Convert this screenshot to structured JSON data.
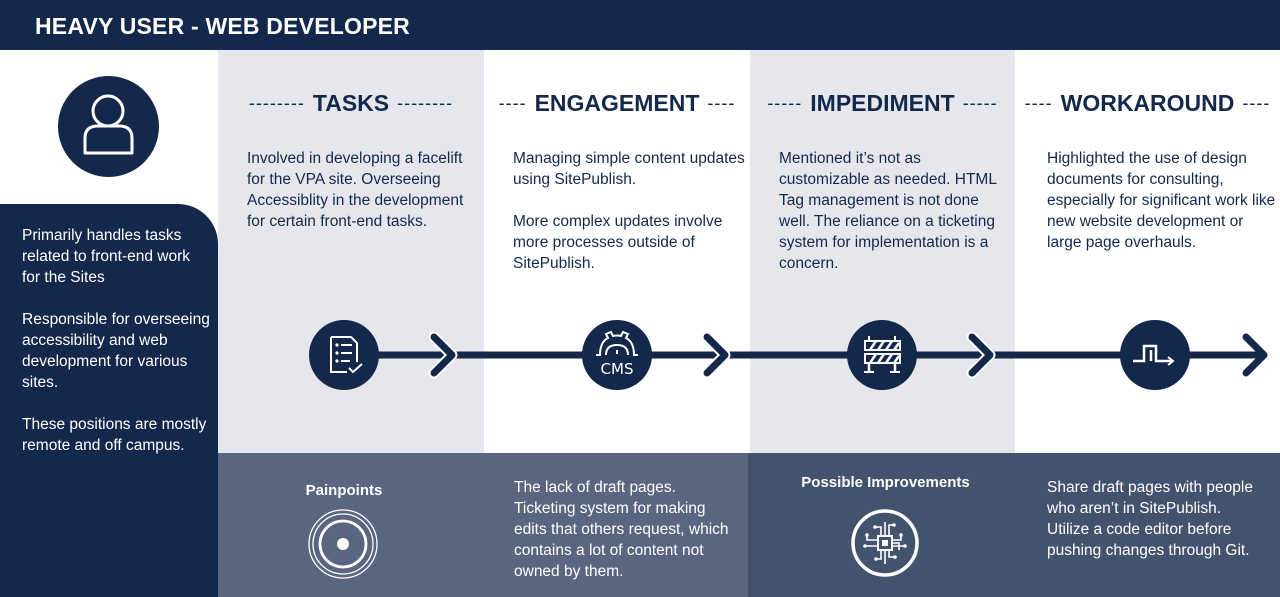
{
  "header": {
    "title": "HEAVY USER - WEB DEVELOPER"
  },
  "persona": {
    "icon": "user-icon",
    "paragraphs": [
      "Primarily handles tasks related to front-end work for the Sites",
      "Responsible for overseeing accessibility and web development for various sites.",
      "These positions are mostly remote and off campus."
    ]
  },
  "columns": [
    {
      "title": "TASKS",
      "dashes_left": "--------",
      "dashes_right": "--------",
      "paragraphs": [
        "Involved in developing a facelift for the VPA site. Overseeing Accessiblity in the development for certain front-end tasks."
      ],
      "icon": "checklist-icon"
    },
    {
      "title": "ENGAGEMENT",
      "dashes_left": "----",
      "dashes_right": "----",
      "paragraphs": [
        "Managing simple content updates using SitePublish.",
        "More complex updates involve more processes outside of SitePublish."
      ],
      "icon": "cms-gear-icon",
      "icon_text": "CMS"
    },
    {
      "title": "IMPEDIMENT",
      "dashes_left": "-----",
      "dashes_right": "-----",
      "paragraphs": [
        "Mentioned it’s not as customizable as needed. HTML Tag management is not done well. The reliance on a ticketing system for implementation is a concern."
      ],
      "icon": "barrier-icon"
    },
    {
      "title": "WORKAROUND",
      "dashes_left": "----",
      "dashes_right": "----",
      "paragraphs": [
        "Highlighted the use of design documents for consulting, especially for significant work like new website development or large page overhauls."
      ],
      "icon": "bypass-icon"
    }
  ],
  "bottom": {
    "painpoints": {
      "label": "Painpoints",
      "icon": "target-icon",
      "text": "The lack of draft pages. Ticketing system for making edits that others request, which contains a lot of content not owned by them."
    },
    "improvements": {
      "label": "Possible Improvements",
      "icon": "circuit-chip-icon",
      "text_lines": [
        "Share draft pages with people who aren’t in SitePublish.",
        "Utilize a code editor before pushing changes through Git."
      ]
    }
  },
  "colors": {
    "navy": "#14284b",
    "column_shade": "#e6e7ec",
    "band_light": "#5a6680",
    "band_dark": "#43536e"
  }
}
